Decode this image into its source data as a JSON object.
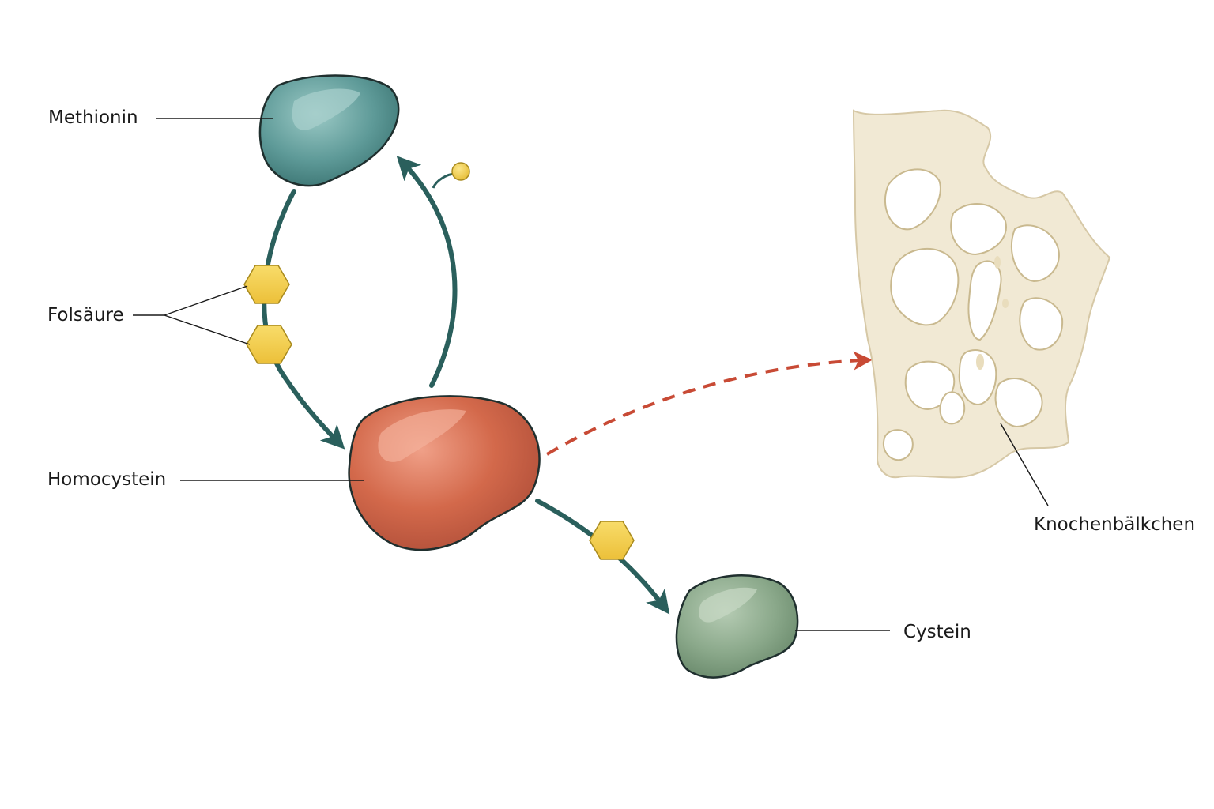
{
  "labels": {
    "methionin": "Methionin",
    "folsaeure": "Folsäure",
    "homocystein": "Homocystein",
    "cystein": "Cystein",
    "knochen": "Knochenbälkchen"
  },
  "colors": {
    "methionin": "#5e9a98",
    "homocystein": "#d3694b",
    "cystein": "#8aa88a",
    "arrow": "#2a5f5c",
    "dashed_arrow": "#c84a35",
    "cofactor": "#f2cd4c",
    "bone": "#f1e9d4"
  }
}
